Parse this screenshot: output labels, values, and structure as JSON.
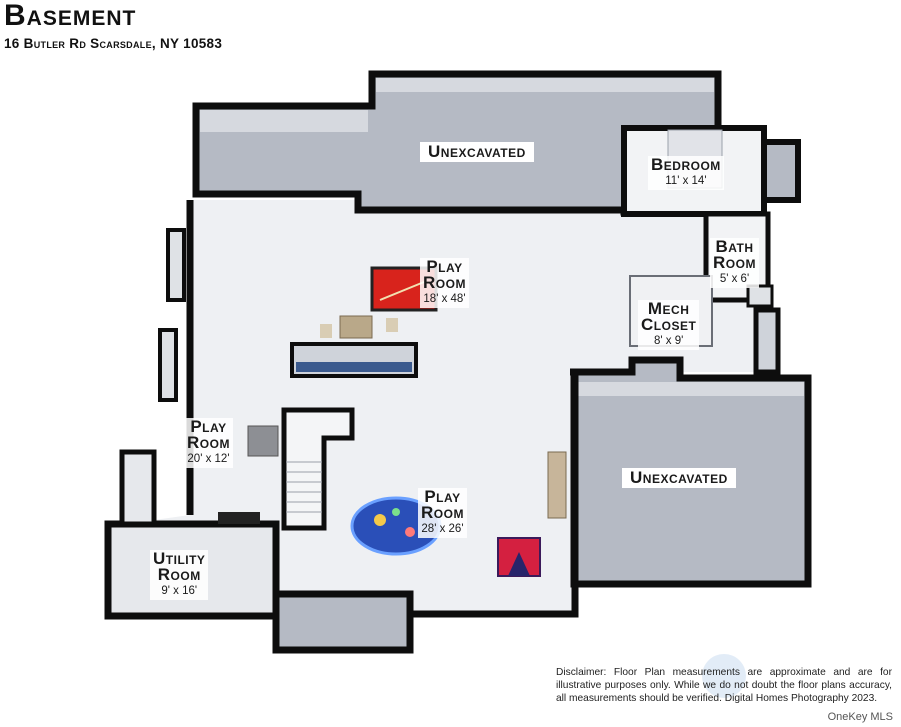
{
  "header": {
    "title": "Basement",
    "address": "16 Butler Rd Scarsdale, NY 10583"
  },
  "rooms": {
    "unexcavated_top": {
      "name": "Unexcavated"
    },
    "unexcavated_right": {
      "name": "Unexcavated"
    },
    "bedroom": {
      "name": "Bedroom",
      "dims": "11' x 14'"
    },
    "bathroom": {
      "name_line1": "Bath",
      "name_line2": "Room",
      "dims": "5' x 6'"
    },
    "mech_closet": {
      "name_line1": "Mech",
      "name_line2": "Closet",
      "dims": "8' x 9'"
    },
    "play_room_1": {
      "name_line1": "Play",
      "name_line2": "Room",
      "dims": "18' x 48'"
    },
    "play_room_2": {
      "name_line1": "Play",
      "name_line2": "Room",
      "dims": "20' x 12'"
    },
    "play_room_3": {
      "name_line1": "Play",
      "name_line2": "Room",
      "dims": "28' x 26'"
    },
    "utility_room": {
      "name_line1": "Utility",
      "name_line2": "Room",
      "dims": "9' x 16'"
    }
  },
  "footer": {
    "disclaimer": "Disclaimer: Floor Plan measurements are approximate and are for illustrative purposes only. While we do not doubt the floor plans accuracy, all measurements should be verified. Digital Homes Photography 2023.",
    "watermark": "OneKey MLS"
  },
  "colors": {
    "wall": "#0d0d0d",
    "floor": "#eef0f3",
    "unexcavated": "#b5bac4",
    "pool_table": "#d8231c",
    "rug": "#2a4fb8"
  }
}
